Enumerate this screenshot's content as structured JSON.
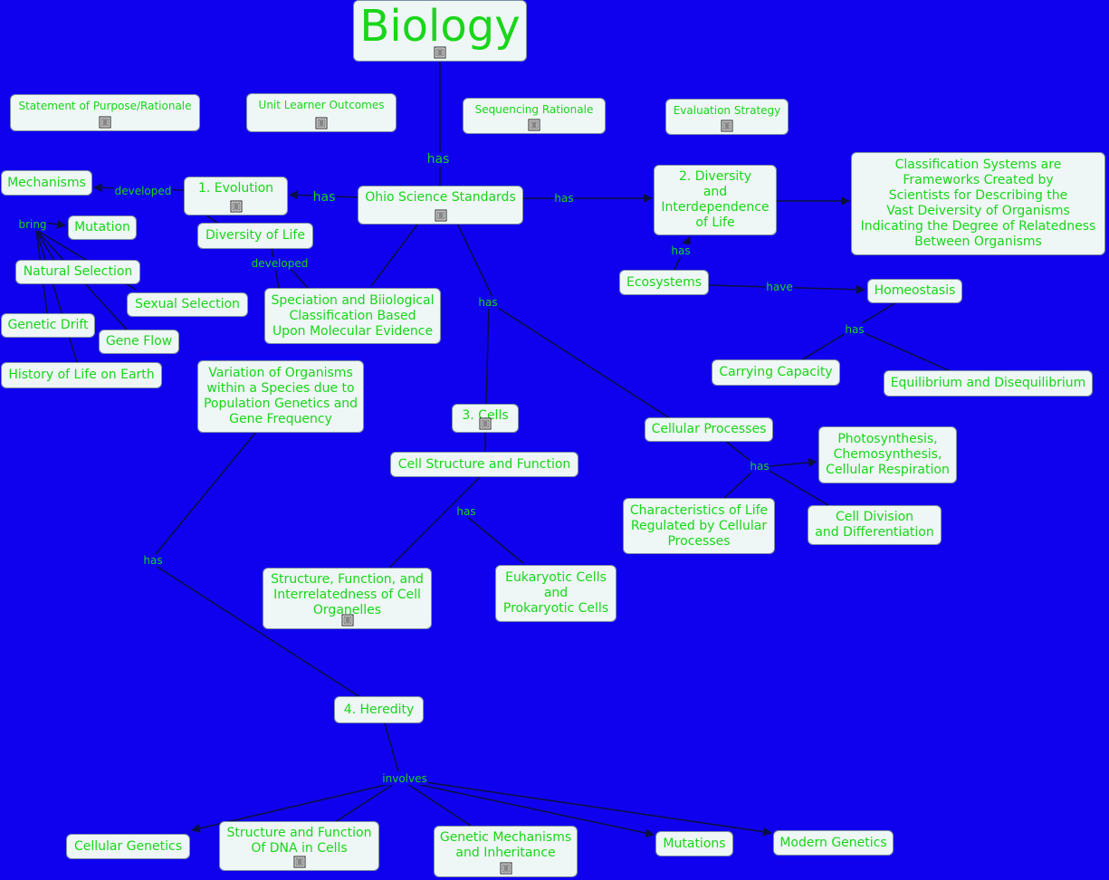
{
  "colors": {
    "background": "#0f00ee",
    "node_fill": "#eef6f6",
    "text": "#19d619",
    "line": "#0a1040"
  },
  "title": "Biology",
  "nodes": {
    "biology": "Biology",
    "statement": "Statement of Purpose/Rationale",
    "outcomes": "Unit Learner Outcomes",
    "sequencing": "Sequencing Rationale",
    "evaluation": "Evaluation Strategy",
    "ohio": "Ohio Science Standards",
    "evolution": "1.  Evolution",
    "mechanisms": "Mechanisms",
    "diversity_life": "Diversity of Life",
    "mutation": "Mutation",
    "natural_selection": "Natural Selection",
    "sexual_selection": "Sexual Selection",
    "genetic_drift": "Genetic Drift",
    "gene_flow": "Gene Flow",
    "history": "History of Life on Earth",
    "speciation": "Speciation and Biiological\nClassification Based\nUpon Molecular Evidence",
    "variation": "Variation of Organisms\nwithin a Species due to\nPopulation Genetics and\nGene Frequency",
    "diversity": "2.  Diversity\nand\nInterdependence\nof Life",
    "classification": "Classification Systems are\nFrameworks Created by\nScientists for Describing the\nVast Deiversity of Organisms\nIndicating the Degree of Relatedness\nBetween Organisms",
    "ecosystems": "Ecosystems",
    "homeostasis": "Homeostasis",
    "carrying": "Carrying Capacity",
    "equilibrium": "Equilibrium and Disequilibrium",
    "cells": "3.  Cells",
    "cell_structure": "Cell Structure and Function",
    "cellular_processes": "Cellular Processes",
    "photosynthesis": "Photosynthesis,\nChemosynthesis,\nCellular Respiration",
    "cell_division": "Cell Division\nand Differentiation",
    "characteristics": "Characteristics of Life\nRegulated by Cellular\nProcesses",
    "organelles": "Structure, Function, and\nInterrelatedness of Cell\nOrganelles",
    "eukaryotic": "Eukaryotic Cells\nand\nProkaryotic Cells",
    "heredity": "4.  Heredity",
    "cellular_genetics": "Cellular Genetics",
    "dna": "Structure and Function\nOf DNA in Cells",
    "genetic_mechanisms": "Genetic Mechanisms\nand Inheritance",
    "mutations": "Mutations",
    "modern_genetics": "Modern Genetics"
  },
  "links": {
    "has_top": "has",
    "has_evolution": "has",
    "has_diversity": "has",
    "developed_mech": "developed",
    "bring": "bring",
    "developed_div": "developed",
    "has_eco": "has",
    "have": "have",
    "has_homeo": "has",
    "has_cells": "has",
    "has_processes": "has",
    "has_structure": "has",
    "has_heredity": "has",
    "involves": "involves"
  },
  "icons": {
    "resource": "document-icon"
  }
}
